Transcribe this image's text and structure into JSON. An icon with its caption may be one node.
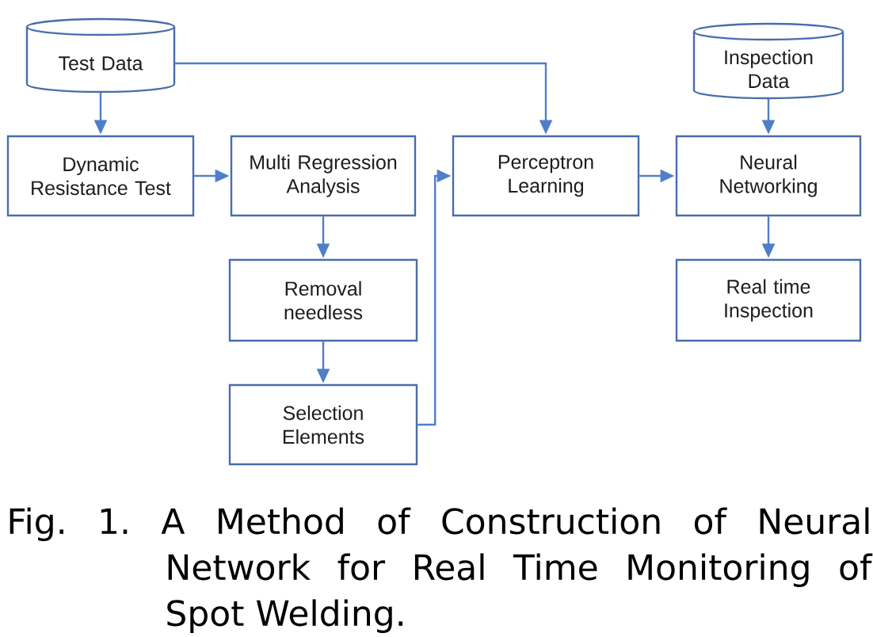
{
  "diagram": {
    "nodes": [
      {
        "text": [
          "Test Data"
        ]
      },
      {
        "text": [
          "Inspection Data"
        ]
      },
      {
        "text": [
          "Dynamic Resistance Test"
        ]
      },
      {
        "text": [
          "Multi Regression Analysis"
        ]
      },
      {
        "text": [
          "Perceptron Learning"
        ]
      },
      {
        "text": [
          "Neural Networking"
        ]
      },
      {
        "text": [
          "Removal needless"
        ]
      },
      {
        "text": [
          "Real time Inspection"
        ]
      },
      {
        "text": [
          "Selection Elements"
        ]
      }
    ],
    "edges": [
      {
        "from": 0,
        "to": 2,
        "arrow": "to"
      },
      {
        "from": 2,
        "to": 3,
        "arrow": "to"
      },
      {
        "from": 0,
        "to": 4,
        "arrow": "to"
      },
      {
        "from": 3,
        "to": 6,
        "arrow": "to"
      },
      {
        "from": 6,
        "to": 8,
        "arrow": "to"
      },
      {
        "from": 8,
        "to": 4,
        "arrow": "to"
      },
      {
        "from": 4,
        "to": 5,
        "arrow": "to"
      },
      {
        "from": 1,
        "to": 5,
        "arrow": "to"
      },
      {
        "from": 5,
        "to": 7,
        "arrow": "to"
      }
    ],
    "caption": "Fig. 1. A Method of Construction of Neural Network for Real Time Monitoring of Spot Welding."
  }
}
